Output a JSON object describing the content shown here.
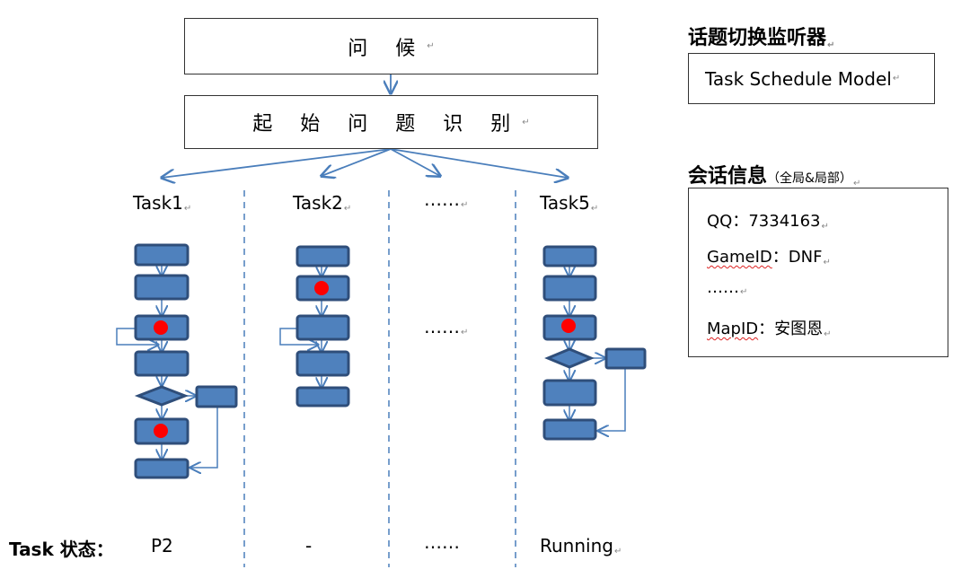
{
  "top": {
    "greeting": "问 候",
    "recognition": "起 始 问 题 识 别"
  },
  "tasks": [
    "Task1",
    "Task2",
    "……",
    "Task5"
  ],
  "middle_ellipsis": "……",
  "status": {
    "label": "Task 状态：",
    "values": [
      "P2",
      "-",
      "……",
      "Running"
    ]
  },
  "right": {
    "listener_title": "话题切换监听器",
    "model_label": "Task Schedule Model",
    "session_title": "会话信息",
    "session_subtitle": "（全局&局部）",
    "info": [
      {
        "key": "QQ",
        "sep": "：",
        "value": "7334163"
      },
      {
        "key": "GameID",
        "sep": "：",
        "value": "DNF"
      },
      {
        "key": "……",
        "sep": "",
        "value": ""
      },
      {
        "key": "MapID",
        "sep": "：",
        "value": "安图恩"
      }
    ]
  },
  "colors": {
    "block_fill": "#4F81BD",
    "block_border": "#2F4E7A",
    "arrow": "#4A7EBB",
    "dot": "#FF0000",
    "divider": "#4A7EBB"
  }
}
